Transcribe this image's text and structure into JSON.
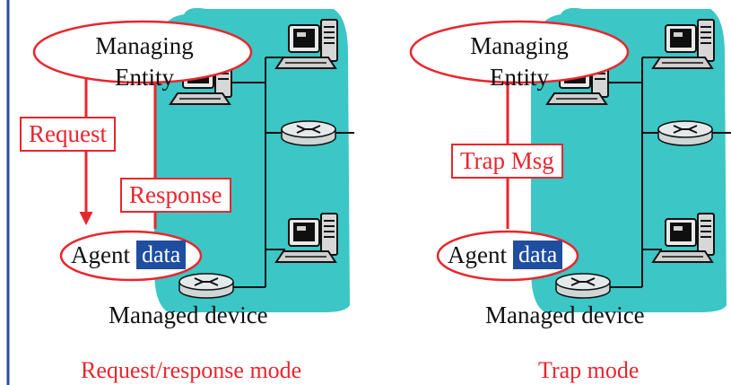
{
  "panels": [
    {
      "manager_label": "Managing\nEntity",
      "agent_label": "Agent",
      "data_label": "data",
      "device_label": "Managed device",
      "arrow_labels": [
        "Request",
        "Response"
      ],
      "caption": "Request/response mode"
    },
    {
      "manager_label": "Managing\nEntity",
      "agent_label": "Agent",
      "data_label": "data",
      "device_label": "Managed device",
      "arrow_labels": [
        "Trap Msg"
      ],
      "caption": "Trap mode"
    }
  ],
  "colors": {
    "cloud": "#3cc6c6",
    "accent": "#e8262d",
    "data_tag": "#1f4ea0",
    "frame": "#2a4fa0"
  }
}
